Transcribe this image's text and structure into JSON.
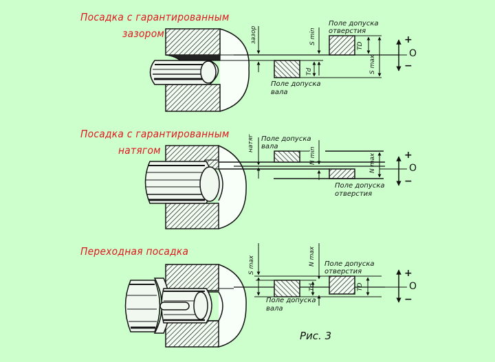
{
  "figure": {
    "caption": "Рис. 3",
    "background_color": "#ccffcc",
    "title_color": "#e0161e"
  },
  "panels": [
    {
      "title_line1": "Посадка с гарантированным",
      "title_line2": "зазором",
      "gap_label": "зазор",
      "hole_field_label_1": "Поле допуска",
      "hole_field_label_2": "отверстия",
      "shaft_field_label_1": "Поле допуска",
      "shaft_field_label_2": "вала",
      "min_label": "S min",
      "max_label": "S max",
      "hole_tol": "TD",
      "shaft_tol": "Td",
      "plus": "+",
      "zero": "О",
      "minus": "−"
    },
    {
      "title_line1": "Посадка с гарантированным",
      "title_line2": "натягом",
      "gap_label": "натяг",
      "shaft_field_label_1": "Поле допуска",
      "shaft_field_label_2": "вала",
      "hole_field_label_1": "Поле допуска",
      "hole_field_label_2": "отверстия",
      "min_label": "N min",
      "max_label": "N max",
      "plus": "+",
      "zero": "О",
      "minus": "−"
    },
    {
      "title_line1": "Переходная посадка",
      "max_s_label": "S max",
      "max_n_label": "N  max",
      "hole_field_label_1": "Поле допуска",
      "hole_field_label_2": "отверстия",
      "shaft_field_label_1": "Поле допуска",
      "shaft_field_label_2": "вала",
      "hole_tol": "TD",
      "shaft_tol": "Td",
      "plus": "+",
      "zero": "О",
      "minus": "−"
    }
  ]
}
